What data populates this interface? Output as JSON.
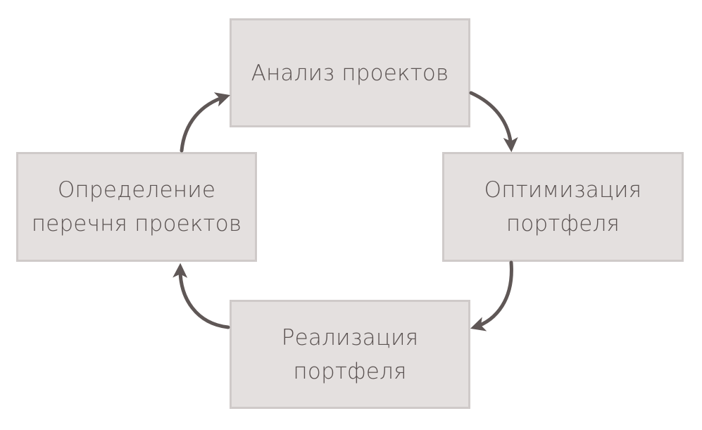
{
  "diagram": {
    "nodes": {
      "top": {
        "lines": [
          "Анализ проектов"
        ]
      },
      "right": {
        "lines": [
          "Оптимизация",
          "портфеля"
        ]
      },
      "bottom": {
        "lines": [
          "Реализация",
          "портфеля"
        ]
      },
      "left": {
        "lines": [
          "Определение",
          "перечня проектов"
        ]
      }
    },
    "colors": {
      "box_fill": "#e4e0df",
      "box_border": "#cfcac9",
      "text": "#5b5352",
      "arrow": "#5f5756"
    }
  }
}
